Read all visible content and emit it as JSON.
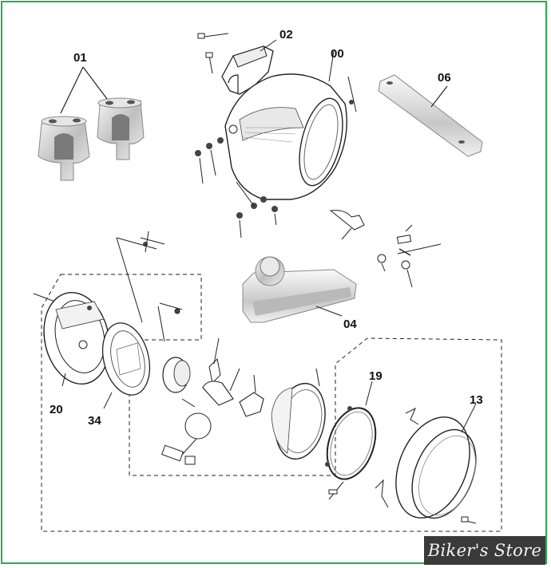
{
  "store": {
    "name": "Biker's Store"
  },
  "colors": {
    "border": "#22b14c",
    "line": "#222222",
    "chrome": "#d9d9d9",
    "badge": "#3a3a3a"
  },
  "callouts": {
    "c01": "01",
    "c02": "02",
    "c00": "00",
    "c06": "06",
    "c04": "04",
    "c19": "19",
    "c13": "13",
    "c20": "20",
    "c34": "34"
  }
}
